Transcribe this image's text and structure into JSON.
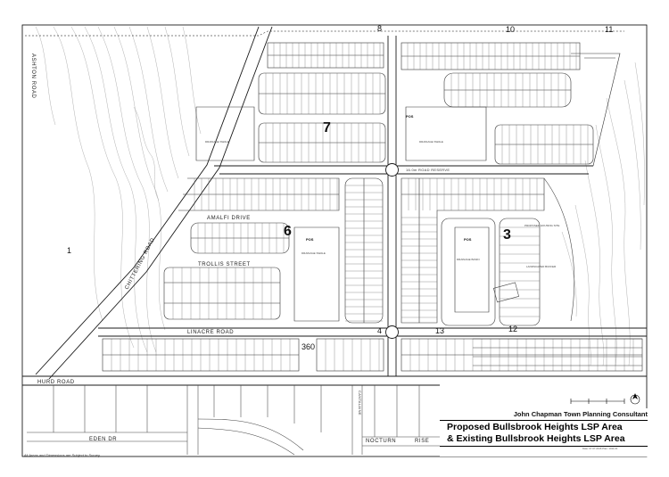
{
  "title_block": {
    "consultant": "John Chapman Town Planning Consultant",
    "title_proposed": "Proposed Bullsbrook Heights LSP Area",
    "title_existing": "& Existing Bullsbrook Heights LSP Area",
    "fine_print": "Date: 07.07.2016  Plan: 1011-01"
  },
  "disclaimer": "All Areas and Dimensions are Subject to Survey",
  "roads": {
    "ashton": "ASHTON ROAD",
    "chittering": "CHITTERING ROAD",
    "amalfi": "AMALFI DRIVE",
    "trollis": "TROLLIS STREET",
    "linacre": "LINACRE ROAD",
    "hurd": "HURD ROAD",
    "eden": "EDEN DR",
    "nocturn": "NOCTURN",
    "rise": "RISE",
    "cantalaine": "CANTALAINE",
    "road_reserve": "16.0m ROAD RESERVE"
  },
  "area_numbers": {
    "a1": "1",
    "a3": "3",
    "a4": "4",
    "a6": "6",
    "a7": "7",
    "a8": "8",
    "a10": "10",
    "a11": "11",
    "a12": "12",
    "a13": "13",
    "a360": "360"
  },
  "labels": {
    "pos": "POS",
    "drainage_swale": "DRAINAGE SWALE",
    "drainage_basin": "DRAINAGE BASIN",
    "proposed_housing_site": "PROPOSED HOUSING SITE",
    "landscaped_buffer": "LANDSCAPED BUFFER"
  },
  "colors": {
    "ink": "#1a1a1a",
    "contour": "#9a9a9a",
    "lot_line": "#555555",
    "paper": "#ffffff"
  }
}
